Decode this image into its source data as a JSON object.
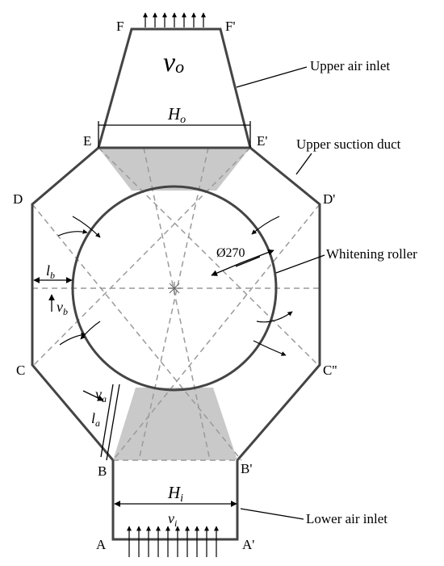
{
  "points": {
    "F": "F",
    "F_prime": "F'",
    "E": "E",
    "E_prime": "E'",
    "D": "D",
    "D_prime": "D'",
    "C": "C",
    "C_prime": "C''",
    "B": "B",
    "B_prime": "B'",
    "A": "A",
    "A_prime": "A'"
  },
  "symbols": {
    "v_o": {
      "base": "v",
      "sub": "o"
    },
    "H_o": {
      "base": "H",
      "sub": "o"
    },
    "H_i": {
      "base": "H",
      "sub": "i"
    },
    "v_i": {
      "base": "v",
      "sub": "i"
    },
    "l_b": {
      "base": "l",
      "sub": "b"
    },
    "v_b": {
      "base": "v",
      "sub": "b"
    },
    "v_a": {
      "base": "v",
      "sub": "a"
    },
    "l_a": {
      "base": "l",
      "sub": "a"
    },
    "diameter": "Ø270"
  },
  "annotations": {
    "upper_air_inlet": "Upper air inlet",
    "upper_suction_duct": "Upper suction duct",
    "whitening_roller": "Whitening roller",
    "lower_air_inlet": "Lower air inlet"
  },
  "colors": {
    "outline": "#444444",
    "shade": "#c9c9c9",
    "dashed": "#9a9a9a"
  }
}
